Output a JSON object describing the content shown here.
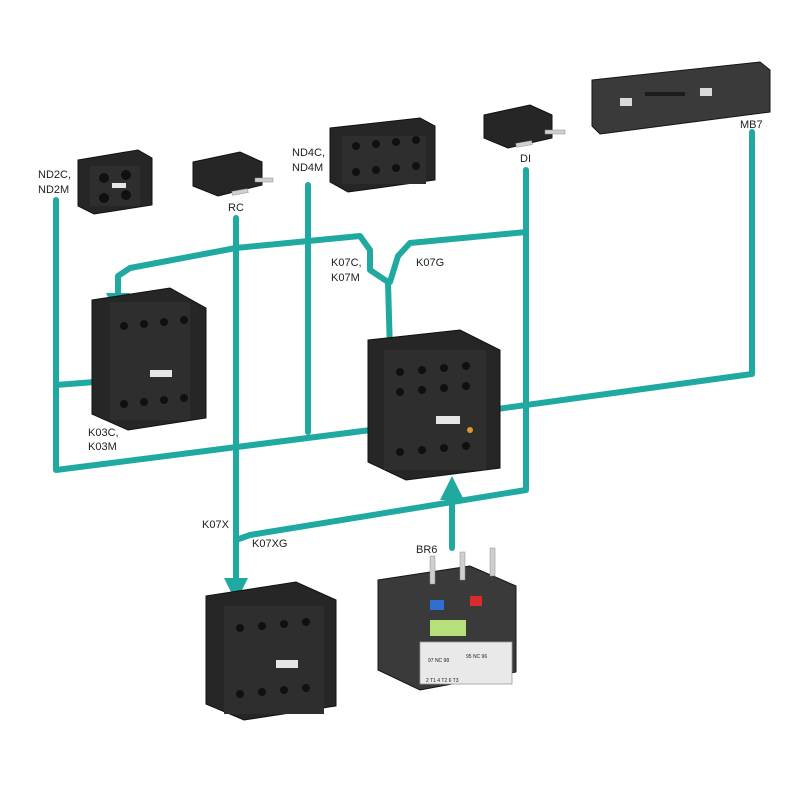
{
  "colors": {
    "connector": "#1fa9a0",
    "device_body": "#262626",
    "metal": "#bfbfbf"
  },
  "labels": {
    "nd2c": "ND2C,",
    "nd2m": "ND2M",
    "rc": "RC",
    "nd4c": "ND4C,",
    "nd4m": "ND4M",
    "di": "DI",
    "mb7": "MB7",
    "k07c": "K07C,",
    "k07m": "K07M",
    "k07g": "K07G",
    "k03c": "K03C,",
    "k03m": "K03M",
    "k07x": "K07X",
    "k07xg": "K07XG",
    "br6": "BR6",
    "br6_range_a": "97 NC 98",
    "br6_range_b": "95 NC 96",
    "br6_terminals": "2 T1   4 T2   6 T3"
  }
}
